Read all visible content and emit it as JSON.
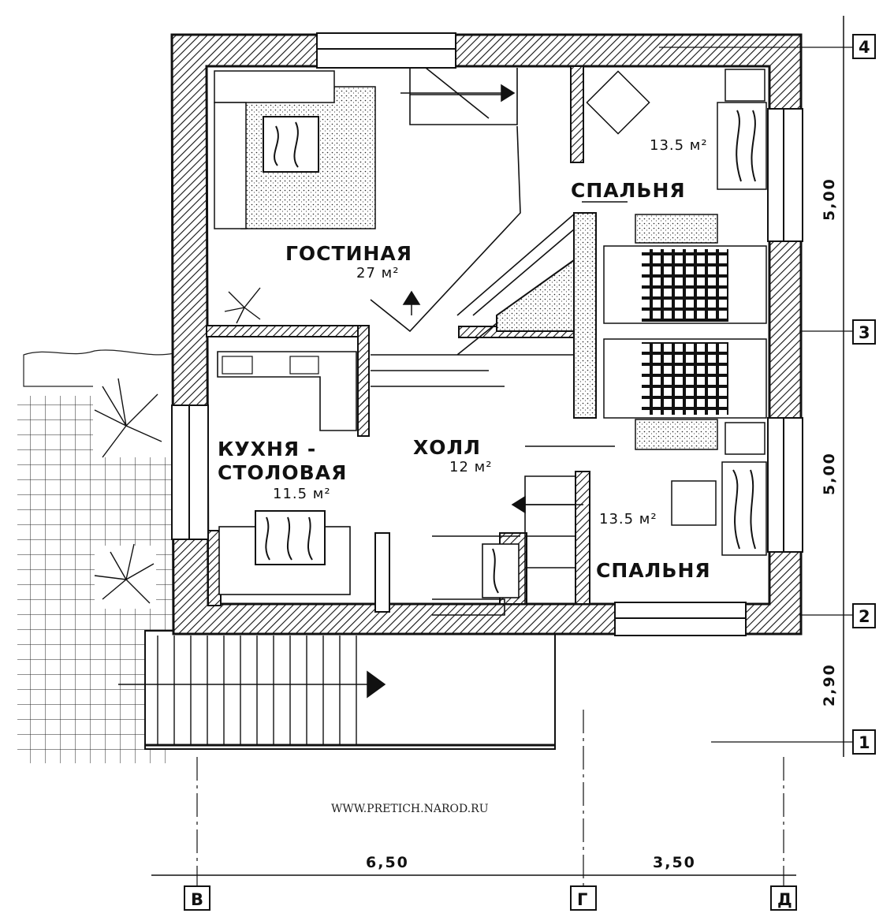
{
  "rooms": {
    "living": {
      "name": "ГОСТИНАЯ",
      "area": "27 м²"
    },
    "bedroom_top": {
      "name": "СПАЛЬНЯ",
      "area": "13.5 м²"
    },
    "kitchen": {
      "name_line1": "КУХНЯ -",
      "name_line2": "СТОЛОВАЯ",
      "area": "11.5 м²"
    },
    "hall": {
      "name": "ХОЛЛ",
      "area": "12 м²"
    },
    "bedroom_bottom": {
      "name": "СПАЛЬНЯ",
      "area": "13.5 м²"
    }
  },
  "axes": {
    "right": [
      "4",
      "3",
      "2",
      "1"
    ],
    "bottom": [
      "В",
      "Г",
      "Д"
    ]
  },
  "dimensions": {
    "right": [
      "5,00",
      "5,00",
      "2,90"
    ],
    "bottom": [
      "6,50",
      "3,50"
    ]
  },
  "watermark": "WWW.PRETICH.NAROD.RU"
}
